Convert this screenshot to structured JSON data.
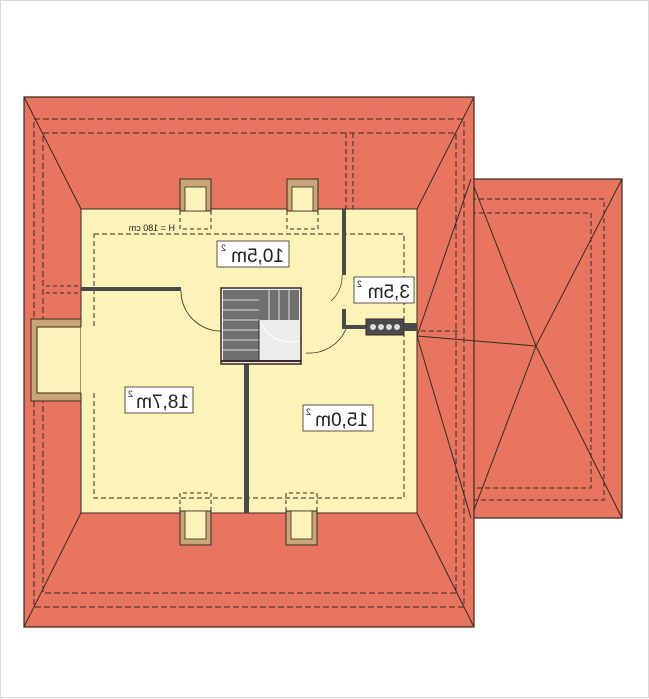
{
  "plan": {
    "height_note": "H = 180 cm",
    "rooms": [
      {
        "id": "room-top",
        "area": "10,5m",
        "sup": "2"
      },
      {
        "id": "room-small",
        "area": "3,5m",
        "sup": "2"
      },
      {
        "id": "room-left",
        "area": "18,7m",
        "sup": "2"
      },
      {
        "id": "room-right",
        "area": "15,0m",
        "sup": "2"
      }
    ]
  },
  "colors": {
    "roof": "#e8755f",
    "floor": "#fbf3b8",
    "outline": "#3a2a22",
    "wall": "#4a4a4a",
    "dormer_frame": "#c8a678",
    "stairs": "#707070"
  }
}
